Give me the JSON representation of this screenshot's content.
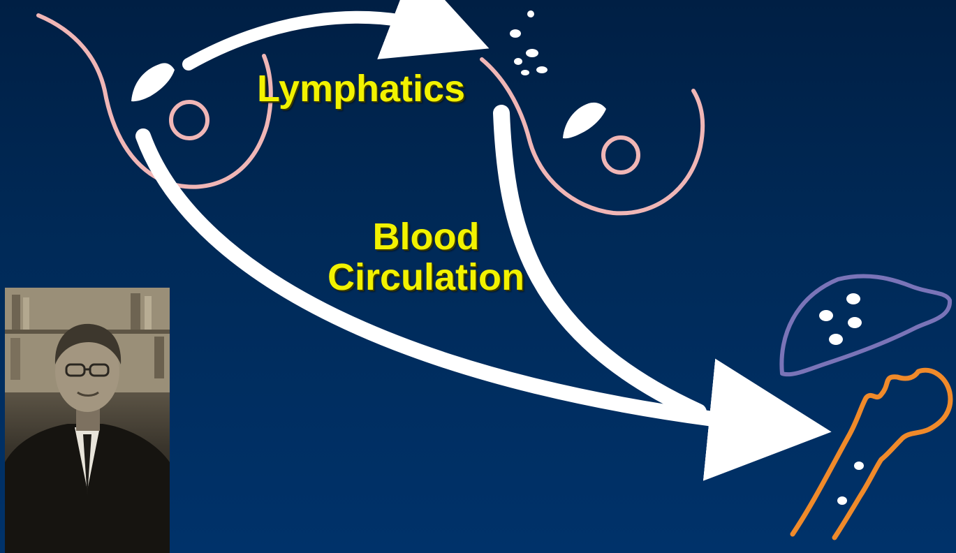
{
  "diagram": {
    "labels": {
      "lymphatics": "Lymphatics",
      "blood_line1": "Blood",
      "blood_line2": "Circulation"
    },
    "colors": {
      "background": "#002a58",
      "arrow": "#ffffff",
      "breast_outline": "#f0b6b6",
      "liver_outline": "#7a74b8",
      "bone_outline": "#f08a2a",
      "label_text": "#f2f200"
    },
    "icons": [
      "primary-breast",
      "contralateral-breast",
      "tumor",
      "liver",
      "bone",
      "portrait-photo"
    ]
  }
}
